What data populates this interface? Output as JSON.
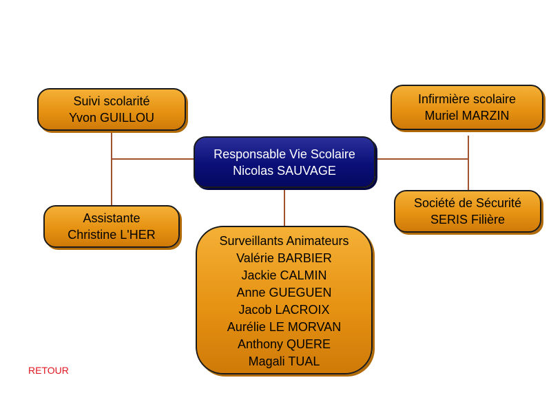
{
  "center": {
    "line1": "Responsable Vie Scolaire",
    "line2": "Nicolas SAUVAGE"
  },
  "suivi": {
    "line1": "Suivi scolarité",
    "line2": "Yvon GUILLOU"
  },
  "assistante": {
    "line1": "Assistante",
    "line2": "Christine L'HER"
  },
  "infirmiere": {
    "line1": "Infirmière scolaire",
    "line2": "Muriel MARZIN"
  },
  "securite": {
    "line1": "Société de Sécurité",
    "line2": "SERIS Filière"
  },
  "surveillants": {
    "title": "Surveillants Animateurs",
    "members": [
      "Valérie BARBIER",
      "Jackie CALMIN",
      "Anne GUEGUEN",
      "Jacob LACROIX",
      "Aurélie LE MORVAN",
      "Anthony QUERE",
      "Magali TUAL"
    ]
  },
  "links": {
    "retour": "RETOUR"
  },
  "colors": {
    "box_fill": "#e69212",
    "center_fill": "#0a0f78",
    "connector": "#a0522d",
    "link": "#e0141e"
  }
}
